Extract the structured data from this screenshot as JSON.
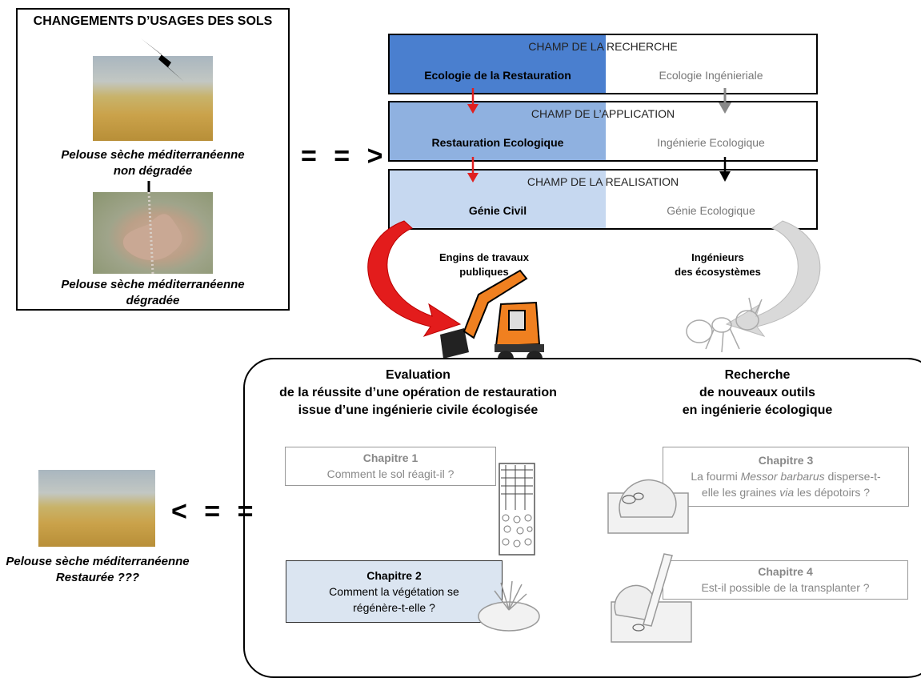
{
  "land_use": {
    "title": "CHANGEMENTS D’USAGES DES SOLS",
    "caption_intact": [
      "Pelouse sèche méditerranéenne",
      "non dégradée"
    ],
    "caption_degraded": [
      "Pelouse sèche méditerranéenne",
      "dégradée"
    ]
  },
  "arrows": {
    "right": "= = >",
    "left": "< = ="
  },
  "fields": [
    {
      "title": "CHAMP DE LA RECHERCHE",
      "left": "Ecologie de la Restauration",
      "right": "Ecologie Ingénieriale",
      "color": "#4a7fcf"
    },
    {
      "title": "CHAMP DE L’APPLICATION",
      "left": "Restauration Ecologique",
      "right": "Ingénierie Ecologique",
      "color": "#8fb1e0"
    },
    {
      "title": "CHAMP DE LA REALISATION",
      "left": "Génie Civil",
      "right": "Génie Ecologique",
      "color": "#c6d8f0"
    }
  ],
  "actors": {
    "civil": [
      "Engins de travaux",
      "publiques"
    ],
    "eco": [
      "Ingénieurs",
      "des écosystèmes"
    ]
  },
  "evaluation": {
    "heading": [
      "Evaluation",
      "de la réussite d’une opération de restauration",
      "issue d’une ingénierie civile écologisée"
    ]
  },
  "research": {
    "heading": [
      "Recherche",
      "de nouveaux outils",
      "en ingénierie écologique"
    ]
  },
  "chapters": [
    {
      "title": "Chapitre 1",
      "lines": [
        "Comment le sol réagit-il ?"
      ]
    },
    {
      "title": "Chapitre 2",
      "lines": [
        "Comment la végétation se",
        "régénère-t-elle ?"
      ]
    },
    {
      "title": "Chapitre 3",
      "line1": [
        "La fourmi ",
        "Messor barbarus",
        " disperse-t-"
      ],
      "line2": [
        "elle les graines ",
        "via",
        " les dépotoirs ?"
      ]
    },
    {
      "title": "Chapitre 4",
      "lines": [
        "Est-il possible de la transplanter ?"
      ]
    }
  ],
  "restored": {
    "caption": [
      "Pelouse sèche méditerranéenne",
      "Restaurée ???"
    ]
  }
}
